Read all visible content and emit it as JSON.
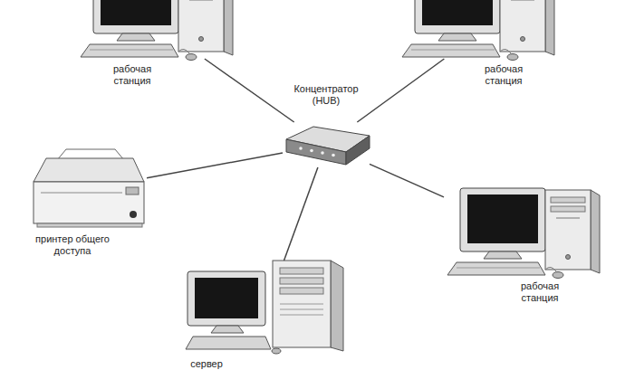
{
  "diagram": {
    "nodes": [
      {
        "text": [
          "рабочая станция"
        ]
      },
      {
        "text": [
          "рабочая станция"
        ]
      },
      {
        "text": [
          "Концентратор (HUB)"
        ]
      },
      {
        "text": [
          "принтер общего доступа"
        ]
      },
      {
        "text": [
          "рабочая станция"
        ]
      },
      {
        "text": [
          "сервер"
        ]
      }
    ],
    "edges": [
      {
        "from": 2,
        "to": 0,
        "arrow": "none"
      },
      {
        "from": 2,
        "to": 1,
        "arrow": "none"
      },
      {
        "from": 2,
        "to": 3,
        "arrow": "none"
      },
      {
        "from": 2,
        "to": 4,
        "arrow": "none"
      },
      {
        "from": 2,
        "to": 5,
        "arrow": "none"
      }
    ]
  }
}
